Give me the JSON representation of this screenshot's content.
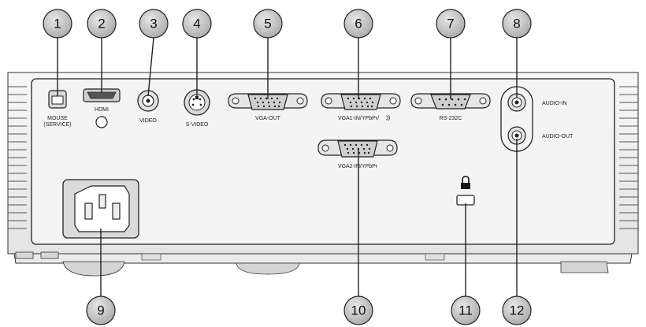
{
  "callouts": [
    "1",
    "2",
    "3",
    "4",
    "5",
    "6",
    "7",
    "8",
    "9",
    "10",
    "11",
    "12"
  ],
  "port_labels": {
    "mouse": "MOUSE",
    "mouse_sub": "(SERVICE)",
    "hdmi": "HDMI",
    "video": "VIDEO",
    "svideo": "S-VIDEO",
    "vga_out": "VGA-OUT",
    "vga1": "VGA1-IN/YPbPr/",
    "vga2": "VGA2-IN/YPbPr",
    "rs232": "RS-232C",
    "audio_in": "AUDIO-IN",
    "audio_out": "AUDIO-OUT"
  },
  "icons": {
    "lock": "lock-icon",
    "vga1_suffix": "input-signal-icon"
  },
  "colors": {
    "callout_fill": "#c9c9c9",
    "panel": "#f2f2f2",
    "outline": "#222222"
  }
}
